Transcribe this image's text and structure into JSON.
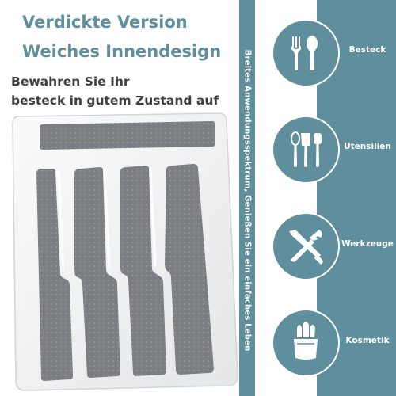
{
  "headline": {
    "line1": "Verdickte Version",
    "line2": "Weiches Innendesign"
  },
  "subheadline": {
    "line1": "Bewahren Sie Ihr",
    "line2": "besteck in gutem Zustand auf"
  },
  "side_text": "Breites Anwendungsspektrum, Genießen Sie ein einfaches Leben",
  "categories": [
    {
      "label": "Besteck",
      "icon": "cutlery-icon"
    },
    {
      "label": "Utensilien",
      "icon": "kitchen-utensils-icon"
    },
    {
      "label": "Werkzeuge",
      "icon": "tools-icon"
    },
    {
      "label": "Kosmetik",
      "icon": "makeup-brushes-icon"
    }
  ],
  "colors": {
    "accent": "#5f8f9c",
    "text_dark": "#3e3e3e",
    "tray_white": "#f4f5f5",
    "tray_insert": "#7b7f83"
  }
}
